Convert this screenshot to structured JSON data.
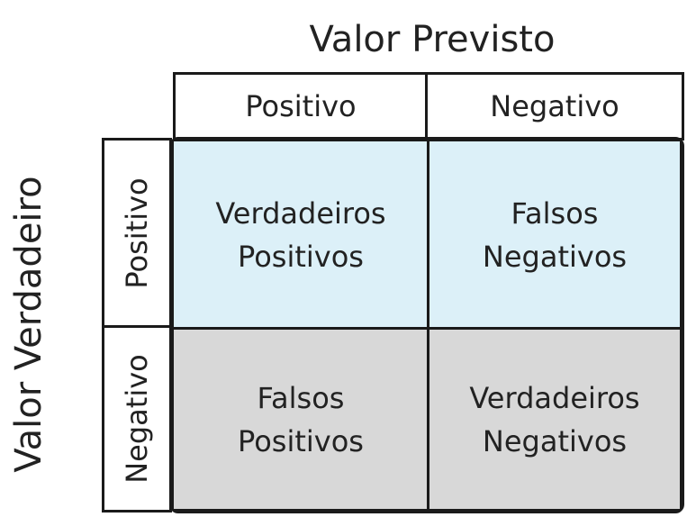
{
  "diagram": {
    "predicted_label": "Valor Previsto",
    "actual_label": "Valor Verdadeiro",
    "columns": [
      "Positivo",
      "Negativo"
    ],
    "rows": [
      "Positivo",
      "Negativo"
    ],
    "cells": {
      "tp": "Verdadeiros\nPositivos",
      "fn": "Falsos\nNegativos",
      "fp": "Falsos\nPositivos",
      "tn": "Verdadeiros\nNegativos"
    },
    "colors": {
      "positive_row": "#dcf0f8",
      "negative_row": "#d8d8d8",
      "border": "#1a1a1a"
    }
  }
}
